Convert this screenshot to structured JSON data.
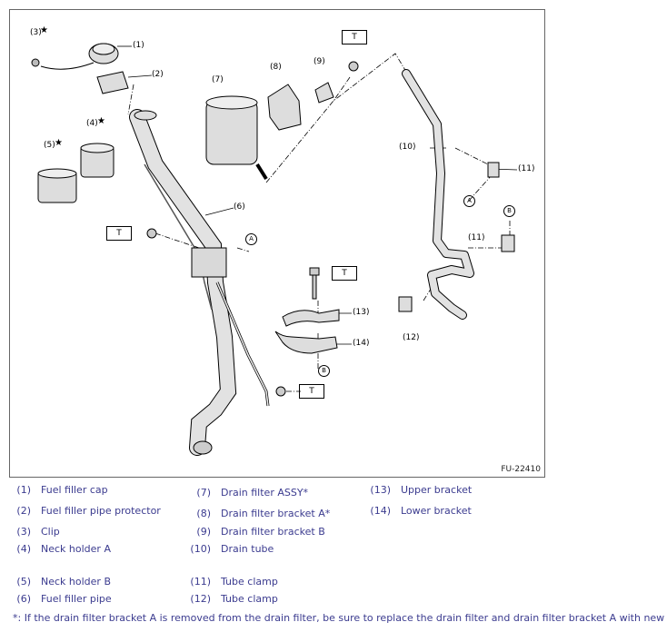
{
  "diagram": {
    "figure_id": "FU-22410",
    "callouts": [
      "(1)",
      "(2)",
      "(3)",
      "(4)",
      "(5)",
      "(6)",
      "(7)",
      "(8)",
      "(9)",
      "(10)",
      "(11)",
      "(11)",
      "(12)",
      "(13)",
      "(14)"
    ],
    "star": "★",
    "torque_label": "T",
    "ref_a": "A",
    "ref_b": "B"
  },
  "legend": {
    "items": [
      {
        "num": "(1)",
        "label": "Fuel filler cap"
      },
      {
        "num": "(2)",
        "label": "Fuel filler pipe protector"
      },
      {
        "num": "(3)",
        "label": "Clip"
      },
      {
        "num": "(4)",
        "label": "Neck holder A"
      },
      {
        "num": "(5)",
        "label": "Neck holder B"
      },
      {
        "num": "(6)",
        "label": "Fuel filler pipe"
      },
      {
        "num": "(7)",
        "label": "Drain filter ASSY*"
      },
      {
        "num": "(8)",
        "label": "Drain filter bracket A*"
      },
      {
        "num": "(9)",
        "label": "Drain filter bracket B"
      },
      {
        "num": "(10)",
        "label": "Drain tube"
      },
      {
        "num": "(11)",
        "label": "Tube clamp"
      },
      {
        "num": "(12)",
        "label": "Tube clamp"
      },
      {
        "num": "(13)",
        "label": "Upper bracket"
      },
      {
        "num": "(14)",
        "label": "Lower bracket"
      }
    ],
    "footnote": "*: If the drain filter bracket A is removed from the drain filter, be sure to replace the drain filter and drain filter bracket A with new parts."
  },
  "colors": {
    "legend_text": "#3b3b8f",
    "line": "#000000",
    "part_fill": "#d9d9d9"
  }
}
